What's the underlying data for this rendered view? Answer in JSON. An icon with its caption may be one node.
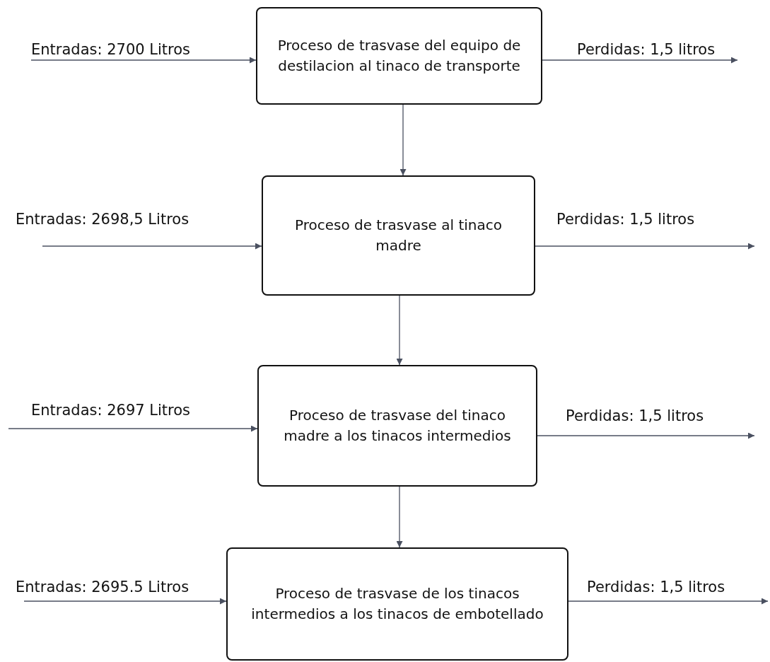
{
  "diagram": {
    "nodes": [
      {
        "text": [
          "Proceso de trasvase del equipo de destilacion al tinaco de transporte"
        ]
      },
      {
        "text": [
          "Proceso de trasvase al tinaco madre"
        ]
      },
      {
        "text": [
          "Proceso de trasvase del tinaco madre a los tinacos intermedios"
        ]
      },
      {
        "text": [
          "Proceso de trasvase de los tinacos intermedios a los tinacos de embotellado"
        ]
      }
    ],
    "edges": [
      {
        "from": null,
        "to": 0,
        "arrow": "to",
        "label": "Entradas: 2700 Litros"
      },
      {
        "from": 0,
        "to": null,
        "arrow": "to",
        "label": "Perdidas: 1,5 litros"
      },
      {
        "from": 0,
        "to": 1,
        "arrow": "to"
      },
      {
        "from": null,
        "to": 1,
        "arrow": "to",
        "label": "Entradas: 2698,5 Litros"
      },
      {
        "from": 1,
        "to": null,
        "arrow": "to",
        "label": "Perdidas: 1,5 litros"
      },
      {
        "from": 1,
        "to": 2,
        "arrow": "to"
      },
      {
        "from": null,
        "to": 2,
        "arrow": "to",
        "label": "Entradas: 2697 Litros"
      },
      {
        "from": 2,
        "to": null,
        "arrow": "to",
        "label": "Perdidas: 1,5 litros"
      },
      {
        "from": 2,
        "to": 3,
        "arrow": "to"
      },
      {
        "from": null,
        "to": 3,
        "arrow": "to",
        "label": "Entradas: 2695.5 Litros"
      },
      {
        "from": 3,
        "to": null,
        "arrow": "to",
        "label": "Perdidas: 1,5 litros"
      }
    ]
  }
}
